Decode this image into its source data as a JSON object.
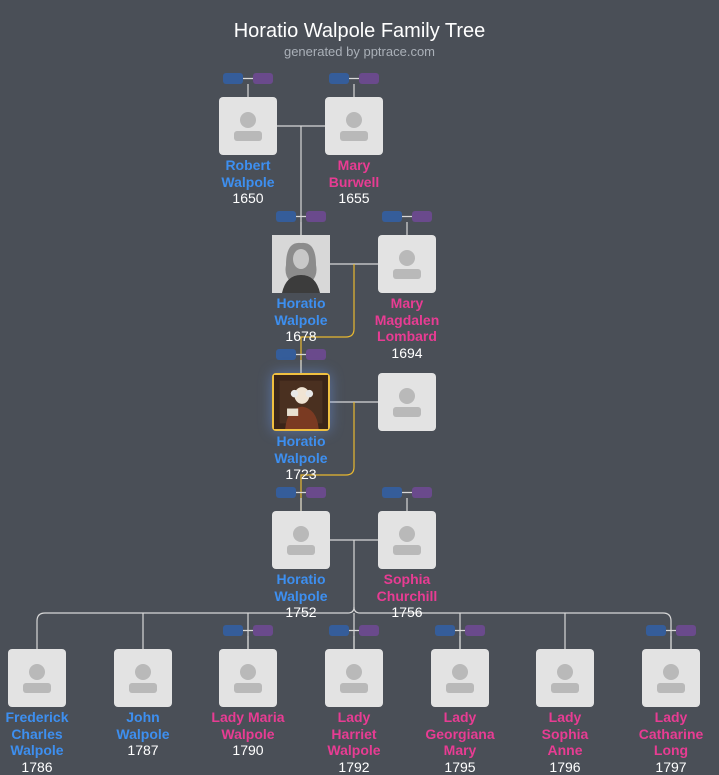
{
  "title": "Horatio Walpole Family Tree",
  "subtitle": "generated by pptrace.com",
  "colors": {
    "background": "#4a4f57",
    "male": "#3d8ff0",
    "female": "#e83c93",
    "selected_border": "#f0c040",
    "line": "#d8d8d8",
    "lineage_line": "#e8b830"
  },
  "people": [
    {
      "id": "robert",
      "name_lines": [
        "Robert",
        "Walpole"
      ],
      "year": "1650",
      "sex": "m",
      "icon": "person-placeholder-icon"
    },
    {
      "id": "mary_burwell",
      "name_lines": [
        "Mary",
        "Burwell"
      ],
      "year": "1655",
      "sex": "f",
      "icon": "person-placeholder-icon"
    },
    {
      "id": "horatio_1678",
      "name_lines": [
        "Horatio",
        "Walpole"
      ],
      "year": "1678",
      "sex": "m",
      "icon": "portrait-photo"
    },
    {
      "id": "mary_magdalen",
      "name_lines": [
        "Mary",
        "Magdalen",
        "Lombard"
      ],
      "year": "1694",
      "sex": "f",
      "icon": "person-placeholder-icon"
    },
    {
      "id": "horatio_1723",
      "name_lines": [
        "Horatio",
        "Walpole"
      ],
      "year": "1723",
      "sex": "m",
      "icon": "portrait-photo",
      "selected": true
    },
    {
      "id": "spouse_1723",
      "name_lines": [],
      "year": "",
      "sex": "f",
      "icon": "person-placeholder-icon"
    },
    {
      "id": "horatio_1752",
      "name_lines": [
        "Horatio",
        "Walpole"
      ],
      "year": "1752",
      "sex": "m",
      "icon": "person-placeholder-icon"
    },
    {
      "id": "sophia",
      "name_lines": [
        "Sophia",
        "Churchill"
      ],
      "year": "1756",
      "sex": "f",
      "icon": "person-placeholder-icon"
    },
    {
      "id": "frederick",
      "name_lines": [
        "Frederick",
        "Charles",
        "Walpole"
      ],
      "year": "1786",
      "sex": "m",
      "icon": "person-placeholder-icon"
    },
    {
      "id": "john",
      "name_lines": [
        "John",
        "Walpole"
      ],
      "year": "1787",
      "sex": "m",
      "icon": "person-placeholder-icon"
    },
    {
      "id": "lady_maria",
      "name_lines": [
        "Lady Maria",
        "Walpole"
      ],
      "year": "1790",
      "sex": "f",
      "icon": "person-placeholder-icon"
    },
    {
      "id": "lady_harriet",
      "name_lines": [
        "Lady",
        "Harriet",
        "Walpole"
      ],
      "year": "1792",
      "sex": "f",
      "icon": "person-placeholder-icon"
    },
    {
      "id": "lady_georgiana",
      "name_lines": [
        "Lady",
        "Georgiana",
        "Mary"
      ],
      "year": "1795",
      "sex": "f",
      "icon": "person-placeholder-icon"
    },
    {
      "id": "lady_sophia",
      "name_lines": [
        "Lady",
        "Sophia",
        "Anne"
      ],
      "year": "1796",
      "sex": "f",
      "icon": "person-placeholder-icon"
    },
    {
      "id": "lady_catharine",
      "name_lines": [
        "Lady",
        "Catharine",
        "Long"
      ],
      "year": "1797",
      "sex": "f",
      "icon": "person-placeholder-icon"
    }
  ],
  "couples": [
    {
      "a": "robert",
      "b": "mary_burwell",
      "children": [
        "horatio_1678"
      ]
    },
    {
      "a": "horatio_1678",
      "b": "mary_magdalen",
      "children": [
        "horatio_1723"
      ]
    },
    {
      "a": "horatio_1723",
      "b": "spouse_1723",
      "children": [
        "horatio_1752"
      ]
    },
    {
      "a": "horatio_1752",
      "b": "sophia",
      "children": [
        "frederick",
        "john",
        "lady_maria",
        "lady_harriet",
        "lady_georgiana",
        "lady_sophia",
        "lady_catharine"
      ]
    }
  ],
  "parent_toggles": [
    "robert",
    "mary_burwell",
    "horatio_1678",
    "mary_magdalen",
    "horatio_1723",
    "horatio_1752",
    "sophia",
    "lady_maria",
    "lady_harriet",
    "lady_georgiana",
    "lady_catharine"
  ],
  "lineage_path": [
    "horatio_1678",
    "horatio_1723",
    "horatio_1752"
  ]
}
